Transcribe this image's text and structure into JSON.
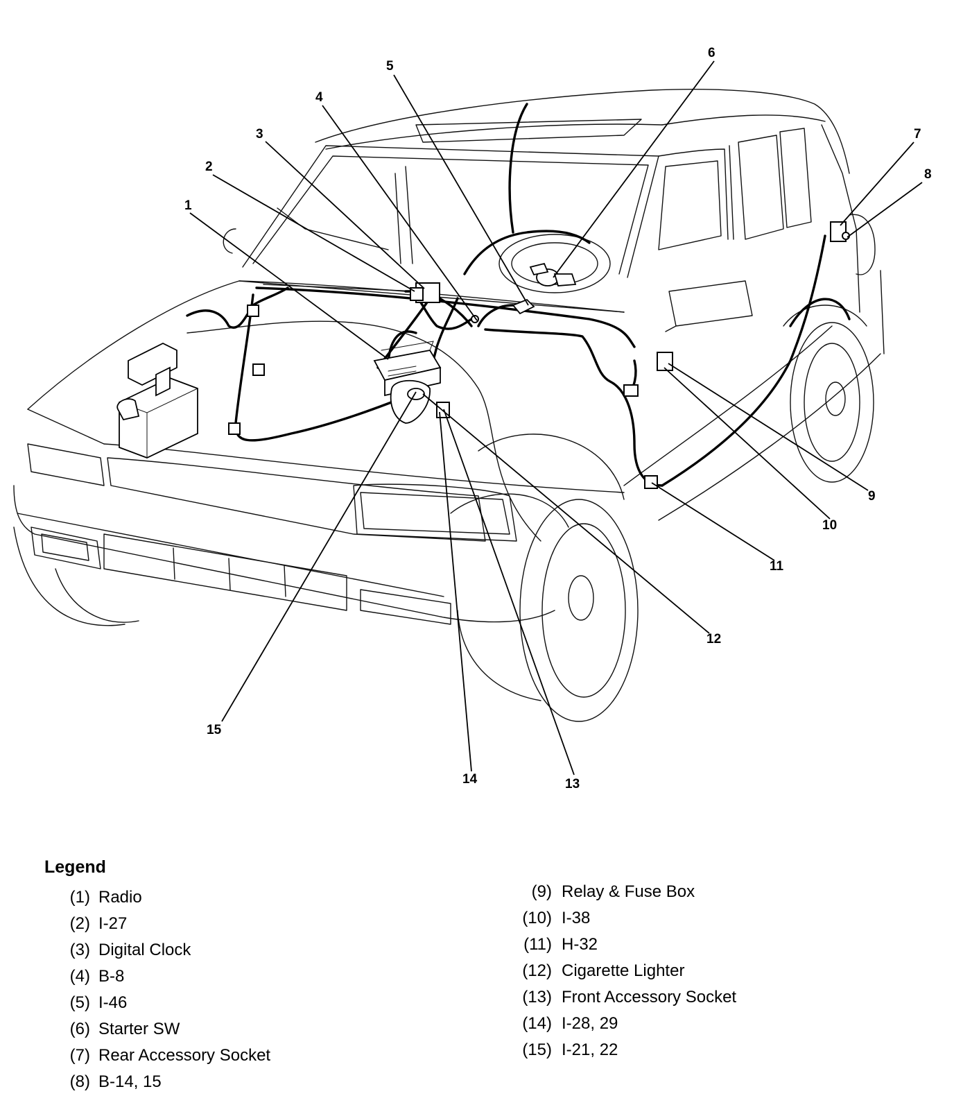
{
  "diagram": {
    "callouts": [
      "1",
      "2",
      "3",
      "4",
      "5",
      "6",
      "7",
      "8",
      "9",
      "10",
      "11",
      "12",
      "13",
      "14",
      "15"
    ]
  },
  "legend": {
    "title": "Legend",
    "items": [
      {
        "key": "(1)",
        "label": "Radio"
      },
      {
        "key": "(2)",
        "label": "I-27"
      },
      {
        "key": "(3)",
        "label": "Digital Clock"
      },
      {
        "key": "(4)",
        "label": "B-8"
      },
      {
        "key": "(5)",
        "label": "I-46"
      },
      {
        "key": "(6)",
        "label": "Starter SW"
      },
      {
        "key": "(7)",
        "label": "Rear Accessory Socket"
      },
      {
        "key": "(8)",
        "label": "B-14, 15"
      },
      {
        "key": "(9)",
        "label": "Relay & Fuse Box"
      },
      {
        "key": "(10)",
        "label": "I-38"
      },
      {
        "key": "(11)",
        "label": "H-32"
      },
      {
        "key": "(12)",
        "label": "Cigarette Lighter"
      },
      {
        "key": "(13)",
        "label": "Front Accessory Socket"
      },
      {
        "key": "(14)",
        "label": "I-28, 29"
      },
      {
        "key": "(15)",
        "label": "I-21, 22"
      }
    ]
  }
}
